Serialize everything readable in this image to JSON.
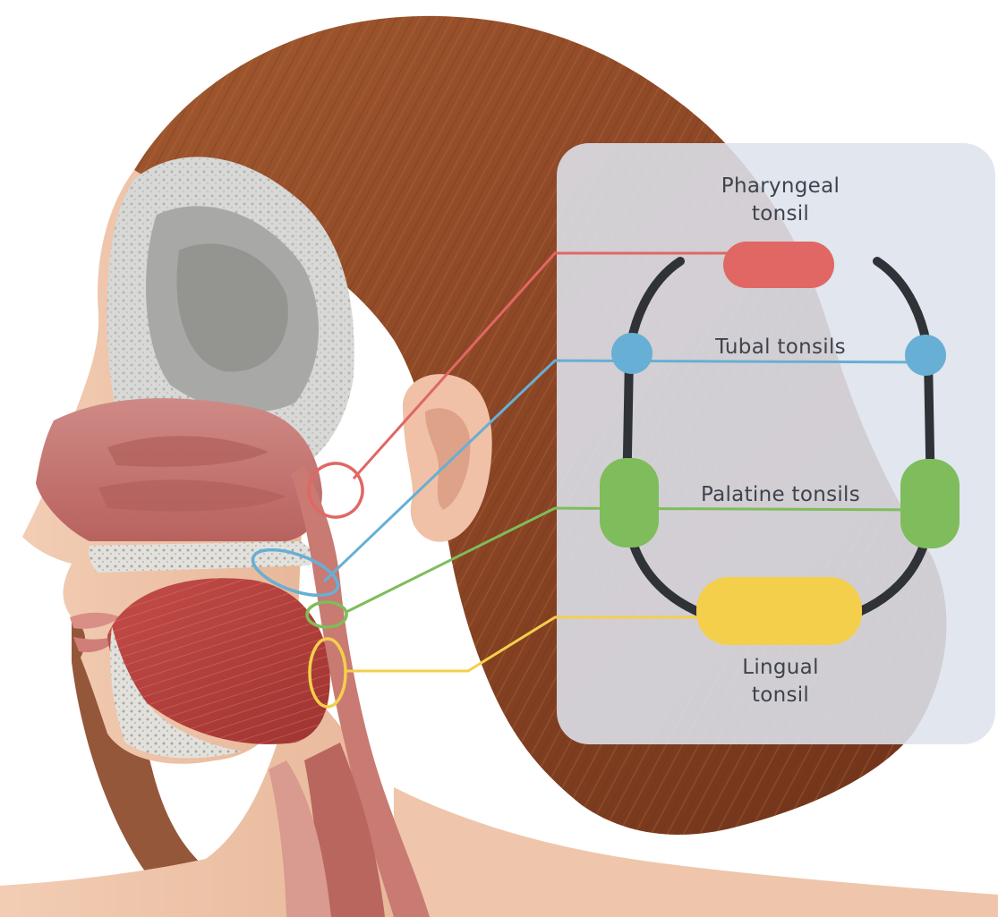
{
  "diagram": {
    "labels": {
      "pharyngeal": {
        "line1": "Pharyngeal",
        "line2": "tonsil"
      },
      "tubal": "Tubal tonsils",
      "palatine": "Palatine tonsils",
      "lingual": {
        "line1": "Lingual",
        "line2": "tonsil"
      }
    },
    "colors": {
      "pharyngeal": "#e06764",
      "tubal": "#67afd4",
      "palatine": "#7fbc5b",
      "lingual": "#f4cf4c",
      "ring": "#2f3236",
      "panel": "#dde3ed",
      "label_text": "#3f434c"
    }
  }
}
